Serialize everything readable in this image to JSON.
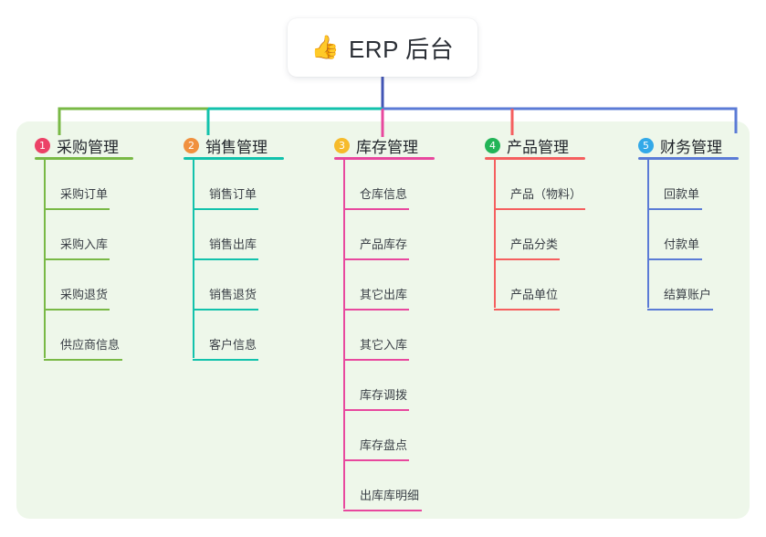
{
  "diagram": {
    "type": "mindmap",
    "background_color": "#ffffff",
    "panel_color": "#eef7ea",
    "root": {
      "icon": "thumbs-up-icon",
      "emoji": "👍",
      "title": "ERP 后台",
      "card_color": "#ffffff",
      "stem_color": "#4255b5"
    },
    "branches": [
      {
        "id": "purchase",
        "number": "1",
        "badge_color": "#ec4267",
        "line_color": "#79b946",
        "label": "采购管理",
        "items": [
          {
            "label": "采购订单"
          },
          {
            "label": "采购入库"
          },
          {
            "label": "采购退货"
          },
          {
            "label": "供应商信息"
          }
        ]
      },
      {
        "id": "sales",
        "number": "2",
        "badge_color": "#f0903e",
        "line_color": "#12c2ac",
        "label": "销售管理",
        "items": [
          {
            "label": "销售订单"
          },
          {
            "label": "销售出库"
          },
          {
            "label": "销售退货"
          },
          {
            "label": "客户信息"
          }
        ]
      },
      {
        "id": "inventory",
        "number": "3",
        "badge_color": "#f6bb2b",
        "line_color": "#e8489e",
        "label": "库存管理",
        "items": [
          {
            "label": "仓库信息"
          },
          {
            "label": "产品库存"
          },
          {
            "label": "其它出库"
          },
          {
            "label": "其它入库"
          },
          {
            "label": "库存调拨"
          },
          {
            "label": "库存盘点"
          },
          {
            "label": "出库库明细"
          }
        ]
      },
      {
        "id": "product",
        "number": "4",
        "badge_color": "#22b457",
        "line_color": "#f55f5f",
        "label": "产品管理",
        "items": [
          {
            "label": "产品（物料）"
          },
          {
            "label": "产品分类"
          },
          {
            "label": "产品单位"
          }
        ]
      },
      {
        "id": "finance",
        "number": "5",
        "badge_color": "#33a9e8",
        "line_color": "#5b7bd6",
        "label": "财务管理",
        "items": [
          {
            "label": "回款单"
          },
          {
            "label": "付款单"
          },
          {
            "label": "结算账户"
          }
        ]
      }
    ]
  }
}
